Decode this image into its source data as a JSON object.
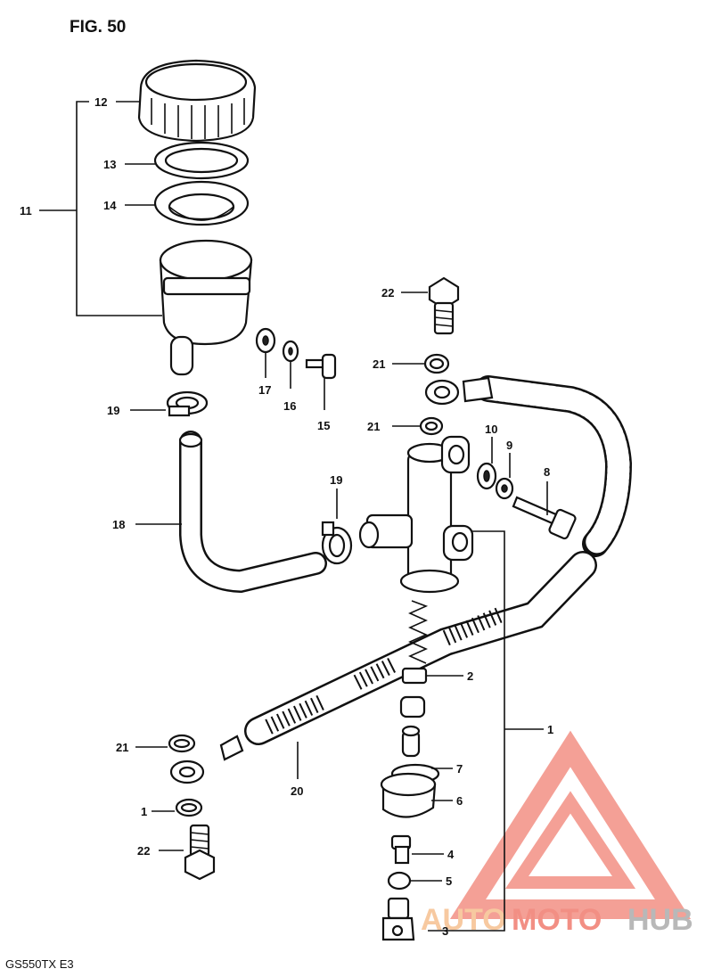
{
  "figure_title": "FIG. 50",
  "footer_code": "GS550TX  E3",
  "watermark": {
    "word_1": "AUTO",
    "word_2": "MOTO",
    "word_3": "HUB",
    "color_1": "#f7c9a0",
    "color_2": "#f28f84",
    "color_3": "#b8b8b8",
    "logo_color": "#f28f84"
  },
  "callouts": {
    "c12": "12",
    "c13": "13",
    "c14": "14",
    "c11": "11",
    "c17": "17",
    "c16": "16",
    "c15": "15",
    "c19a": "19",
    "c19b": "19",
    "c18": "18",
    "c22a": "22",
    "c21a": "21",
    "c21b": "21",
    "c10": "10",
    "c9": "9",
    "c8": "8",
    "c2": "2",
    "c1": "1",
    "c21c": "21",
    "c20": "20",
    "c7": "7",
    "c6": "6",
    "c1b": "1",
    "c22b": "22",
    "c4": "4",
    "c5": "5",
    "c3": "3"
  }
}
